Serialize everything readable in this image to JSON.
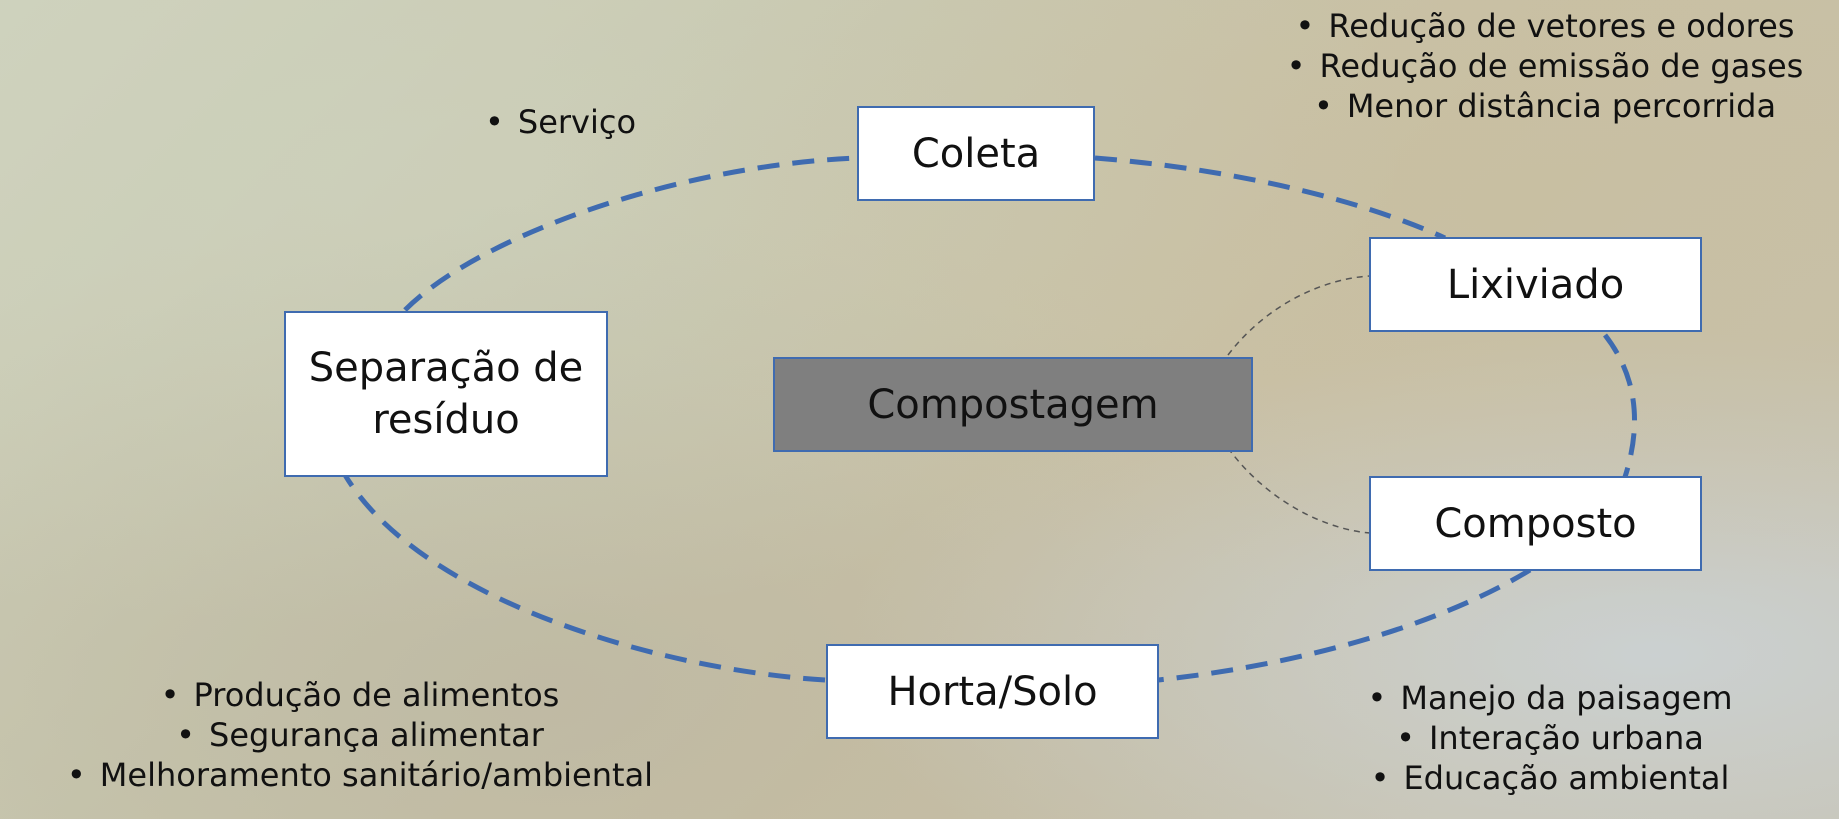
{
  "colors": {
    "accent": "#3f6bb0",
    "center_fill": "#7f7f7f"
  },
  "nodes": {
    "center": "Compostagem",
    "coleta": "Coleta",
    "lixiviado": "Lixiviado",
    "composto": "Composto",
    "horta": "Horta/Solo",
    "separacao": "Separação de resíduo"
  },
  "lists": {
    "servico": [
      "Serviço"
    ],
    "coleta_benefits": [
      "Redução de vetores e odores",
      "Redução de emissão de gases",
      "Menor distância percorrida"
    ],
    "horta_benefits": [
      "Produção de alimentos",
      "Segurança alimentar",
      "Melhoramento sanitário/ambiental"
    ],
    "composto_benefits": [
      "Manejo da paisagem",
      "Interação urbana",
      "Educação ambiental"
    ]
  }
}
